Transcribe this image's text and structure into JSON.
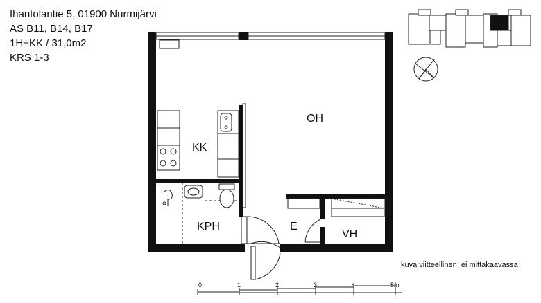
{
  "listing": {
    "address": "Ihantolantie 5, 01900 Nurmijärvi",
    "apartments": "AS B11, B14, B17",
    "type_area": "1H+KK / 31,0m2",
    "floors": "KRS 1-3"
  },
  "rooms": {
    "living": "OH",
    "kitchen": "KK",
    "bathroom": "KPH",
    "entrance": "E",
    "wardrobe": "VH"
  },
  "note": "kuva viitteellinen, ei mittakaavassa",
  "scale": {
    "ticks": [
      "0",
      "1",
      "2",
      "3",
      "4",
      "5m"
    ]
  },
  "colors": {
    "wall": "#111111",
    "line": "#222222",
    "background": "#ffffff"
  },
  "icons": [
    "compass-icon",
    "building-key-plan-icon",
    "stove-icon",
    "sink-icon",
    "toilet-icon",
    "shower-icon"
  ]
}
